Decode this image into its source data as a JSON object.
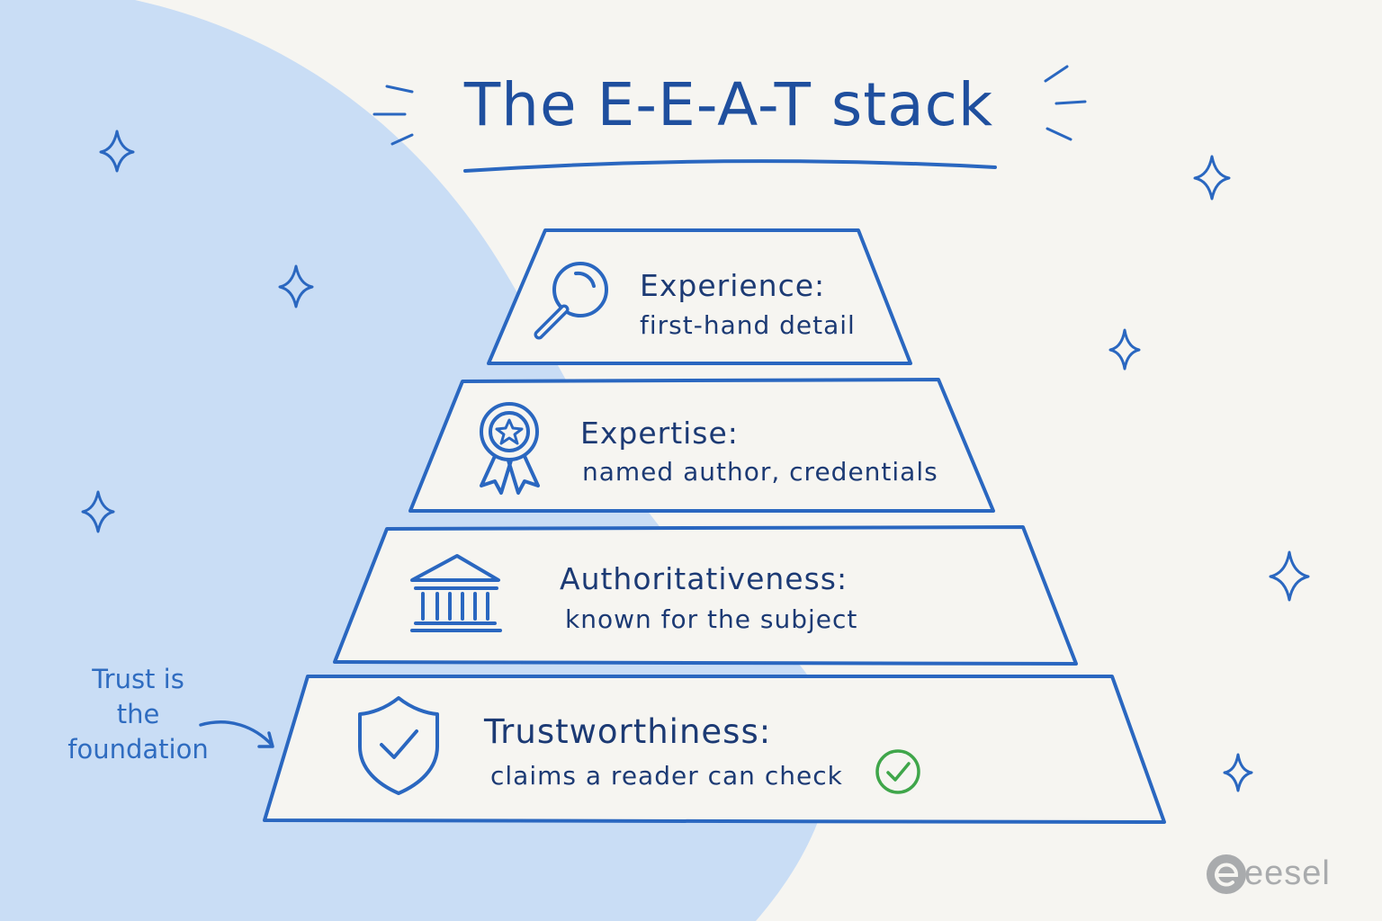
{
  "title": "The E-E-A-T stack",
  "tiers": [
    {
      "title": "Experience:",
      "subtitle": "first-hand detail",
      "icon": "magnifying-glass-icon"
    },
    {
      "title": "Expertise:",
      "subtitle": "named author, credentials",
      "icon": "award-ribbon-icon"
    },
    {
      "title": "Authoritativeness:",
      "subtitle": "known for the subject",
      "icon": "institution-building-icon"
    },
    {
      "title": "Trustworthiness:",
      "subtitle": "claims a reader can check",
      "icon": "shield-check-icon"
    }
  ],
  "annotation": {
    "lines": [
      "Trust is",
      "the",
      "foundation"
    ]
  },
  "brand": {
    "name": "eesel"
  },
  "colors": {
    "background": "#f6f5f1",
    "blob": "#c9ddf5",
    "stroke": "#2a67c0",
    "text": "#1c3a74",
    "check": "#3fa64a",
    "brand": "#a9abad"
  }
}
